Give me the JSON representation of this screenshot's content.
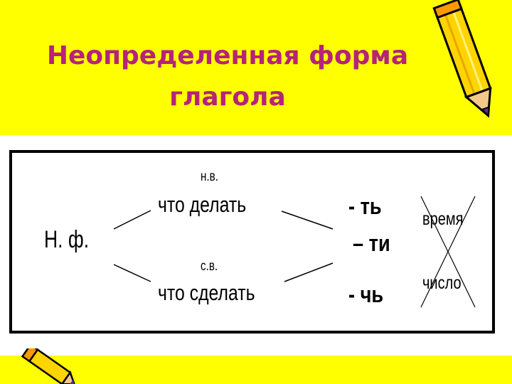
{
  "slide": {
    "title_line1": "Неопределенная форма",
    "title_line2": "глагола",
    "colors": {
      "background": "#ffff00",
      "title": "#b5237a",
      "pencil": "#ffd400"
    }
  },
  "diagram": {
    "root": "Н. ф.",
    "upper": {
      "aspect": "н.в.",
      "question": "что делать",
      "suffix": "- ть"
    },
    "middle_suffix": "– ти",
    "lower": {
      "aspect": "с.в.",
      "question": "что сделать",
      "suffix": "- чь"
    },
    "crossed_out": [
      "время",
      "число"
    ]
  },
  "icons": [
    "pencil-icon",
    "pencil-icon"
  ]
}
